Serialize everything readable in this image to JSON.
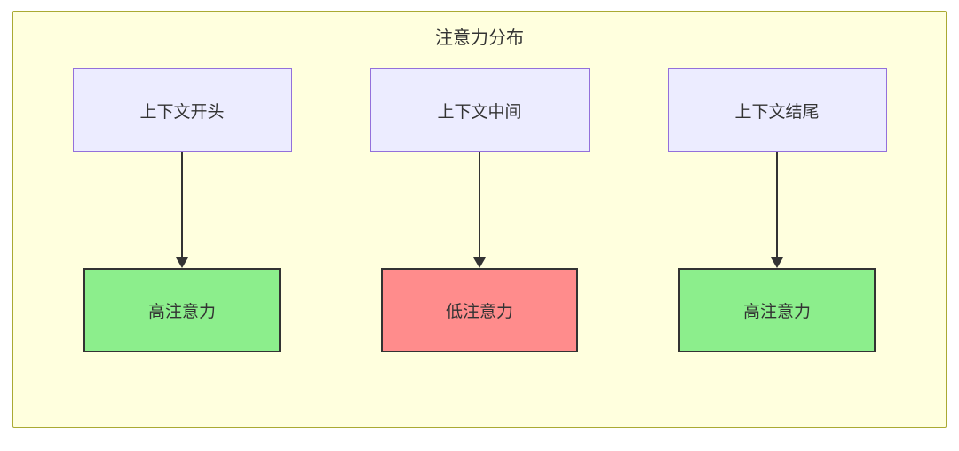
{
  "diagram": {
    "title": "注意力分布",
    "columns": [
      {
        "source": "上下文开头",
        "target": "高注意力",
        "level": "high"
      },
      {
        "source": "上下文中间",
        "target": "低注意力",
        "level": "low"
      },
      {
        "source": "上下文结尾",
        "target": "高注意力",
        "level": "high"
      }
    ],
    "colors": {
      "container_bg": "#FFFFDE",
      "container_border": "#AAAA33",
      "source_bg": "#ECECFF",
      "source_border": "#9370DB",
      "high_bg": "#8CEE8C",
      "low_bg": "#FF8C8C",
      "target_border": "#333333",
      "text_color": "#333333",
      "arrow_color": "#333333"
    }
  }
}
